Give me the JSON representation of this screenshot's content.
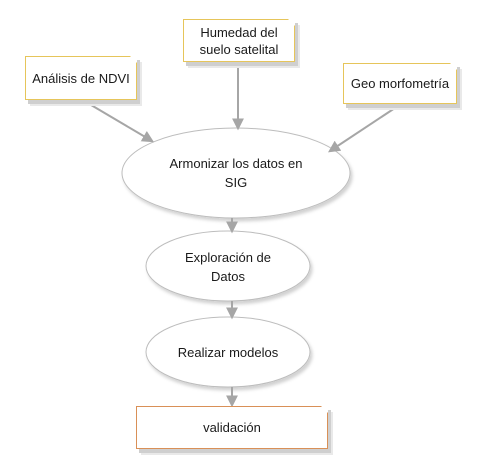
{
  "nodes": {
    "ndvi": "Análisis de NDVI",
    "humedad_line1": "Humedad del",
    "humedad_line2": "suelo satelital",
    "geomorf": "Geo morfometría",
    "armonizar_line1": "Armonizar los datos en",
    "armonizar_line2": "SIG",
    "exploracion_line1": "Exploración de",
    "exploracion_line2": "Datos",
    "modelos": "Realizar modelos",
    "validacion": "validación"
  },
  "colors": {
    "input_border": "#e6c55a",
    "output_border": "#d99057",
    "arrow": "#a6a6a6",
    "ellipse_border": "#bdbdbd"
  }
}
